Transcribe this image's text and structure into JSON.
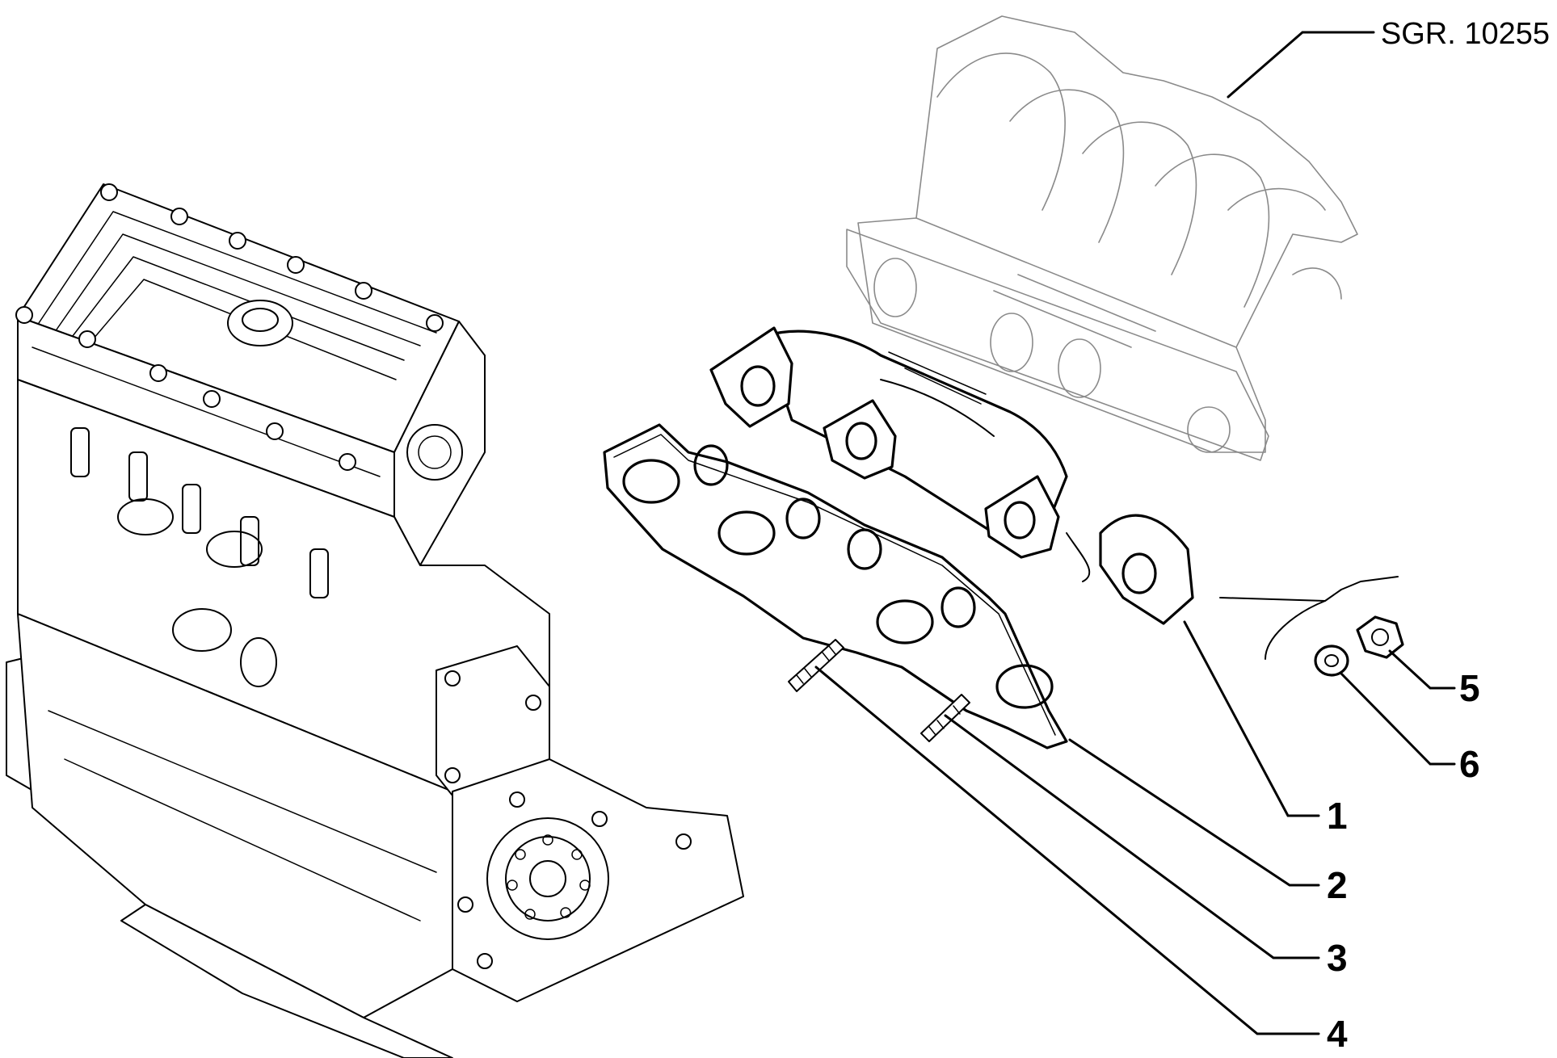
{
  "reference": "SGR. 10255",
  "callouts": [
    {
      "number": "1"
    },
    {
      "number": "2"
    },
    {
      "number": "3"
    },
    {
      "number": "4"
    },
    {
      "number": "5"
    },
    {
      "number": "6"
    }
  ],
  "colors": {
    "line": "#000000",
    "ghost_line": "#8a8a8a",
    "background": "#ffffff"
  }
}
